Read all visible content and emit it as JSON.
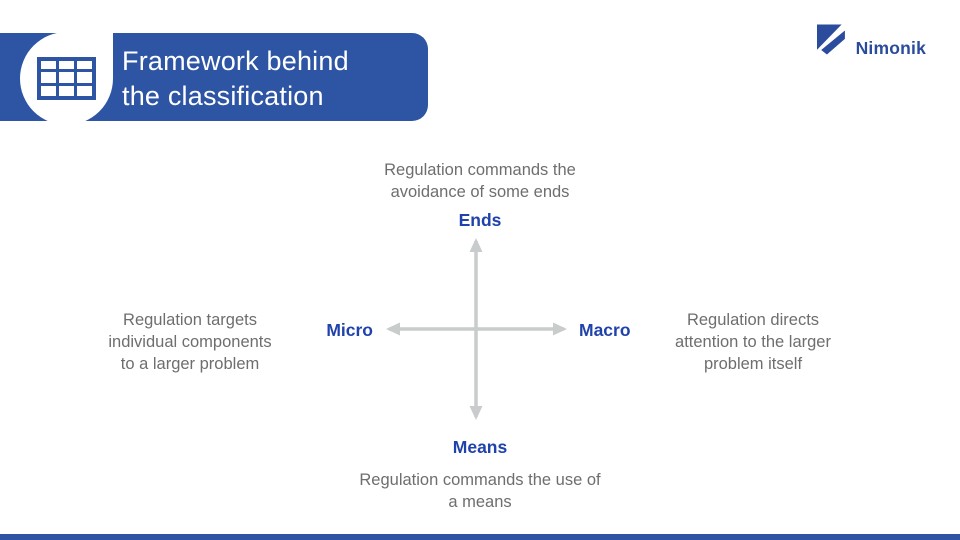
{
  "header": {
    "title_lines": [
      "Framework behind",
      "the classification"
    ],
    "banner_color": "#2d55a4"
  },
  "logo": {
    "brand": "Nimonik",
    "color": "#2b4c9c"
  },
  "diagram": {
    "type": "axes-cross-framework",
    "arrow_color": "#c9cccc",
    "label_color": "#2042ab",
    "annotation_color": "#6e6e6e",
    "top": {
      "label": "Ends",
      "annotation_lines": [
        "Regulation commands the",
        "avoidance of some ends"
      ]
    },
    "bottom": {
      "label": "Means",
      "annotation_lines": [
        "Regulation commands the use of",
        "a means"
      ]
    },
    "left": {
      "label": "Micro",
      "annotation_lines": [
        "Regulation targets",
        "individual components",
        "to a larger problem"
      ]
    },
    "right": {
      "label": "Macro",
      "annotation_lines": [
        "Regulation directs",
        "attention to the larger",
        "problem itself"
      ]
    }
  },
  "footer": {
    "bar_color": "#2d55a4"
  }
}
